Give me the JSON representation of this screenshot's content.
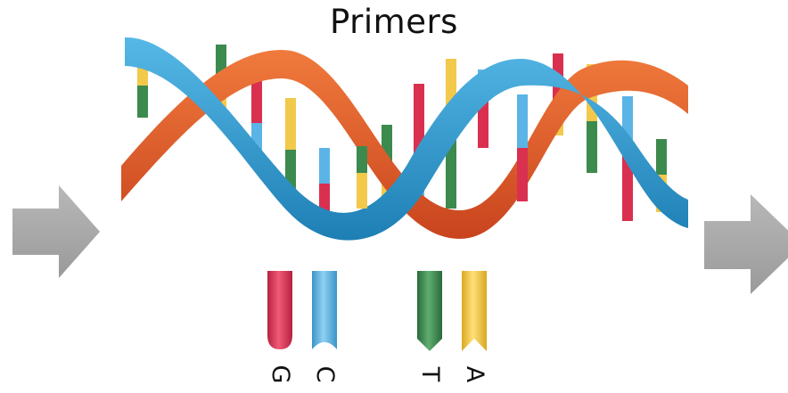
{
  "title": "Primers",
  "colors": {
    "backbone_orange": "#e0582a",
    "backbone_blue": "#2f9bd0",
    "base_red": "#d9304f",
    "base_blue": "#5bb4e6",
    "base_green": "#3c8a4e",
    "base_yellow": "#f2c94a",
    "arrow_gray": "#a9a9a9"
  },
  "bases": [
    {
      "letter": "G",
      "color": "#d9304f"
    },
    {
      "letter": "C",
      "color": "#5bb4e6"
    },
    {
      "letter": "T",
      "color": "#3c8a4e"
    },
    {
      "letter": "A",
      "color": "#f2c94a"
    }
  ],
  "icons": {
    "left_arrow": "right-arrow-icon",
    "right_arrow": "right-arrow-icon"
  }
}
